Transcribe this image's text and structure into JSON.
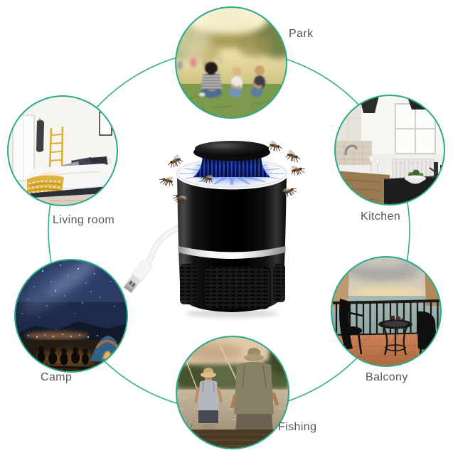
{
  "scenes": [
    {
      "id": "park",
      "label": "Park"
    },
    {
      "id": "kitchen",
      "label": "Kitchen"
    },
    {
      "id": "balcony",
      "label": "Balcony"
    },
    {
      "id": "fishing",
      "label": "Fishing"
    },
    {
      "id": "camp",
      "label": "Camp"
    },
    {
      "id": "living_room",
      "label": "Living room"
    }
  ],
  "colors": {
    "background": "#ffffff",
    "accent_teal": "#2aab85",
    "label_text": "#56575a",
    "lamp_black": "#0a0a0a",
    "led_blue": "#3f6fe8",
    "band_silver": "#d9d9d9",
    "usb_white": "#f4f4f4",
    "mosquito_brown": "#74512f"
  }
}
